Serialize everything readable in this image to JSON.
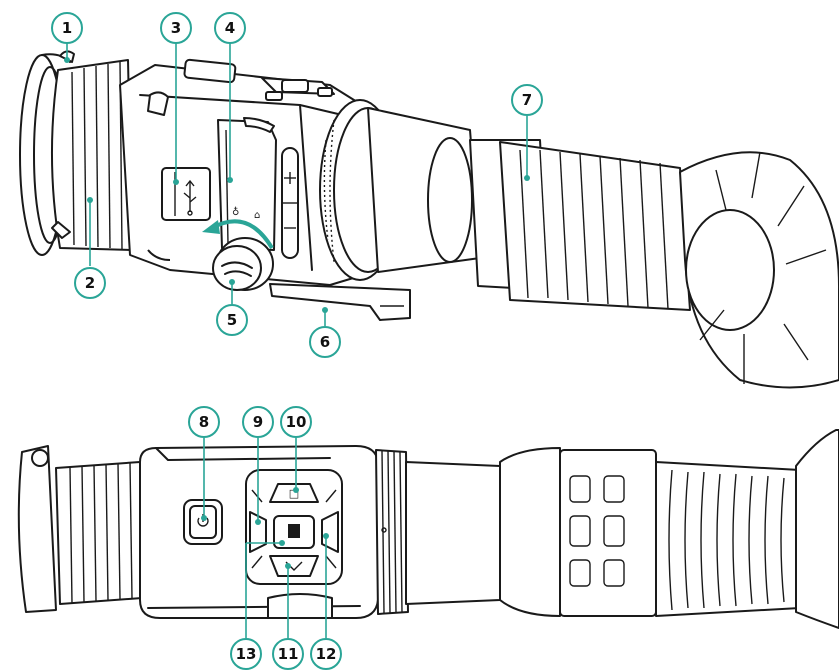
{
  "accent_color": "#2aa597",
  "outline_color": "#1a1a1a",
  "views": [
    {
      "name": "perspective-view"
    },
    {
      "name": "top-view"
    }
  ],
  "icons": [
    "usb-icon",
    "power-icon",
    "plus-icon",
    "minus-icon",
    "rotate-arrow-icon"
  ],
  "callouts": [
    {
      "id": "1",
      "label": "1"
    },
    {
      "id": "2",
      "label": "2"
    },
    {
      "id": "3",
      "label": "3"
    },
    {
      "id": "4",
      "label": "4"
    },
    {
      "id": "5",
      "label": "5"
    },
    {
      "id": "6",
      "label": "6"
    },
    {
      "id": "7",
      "label": "7"
    },
    {
      "id": "8",
      "label": "8"
    },
    {
      "id": "9",
      "label": "9"
    },
    {
      "id": "10",
      "label": "10"
    },
    {
      "id": "11",
      "label": "11"
    },
    {
      "id": "12",
      "label": "12"
    },
    {
      "id": "13",
      "label": "13"
    }
  ]
}
